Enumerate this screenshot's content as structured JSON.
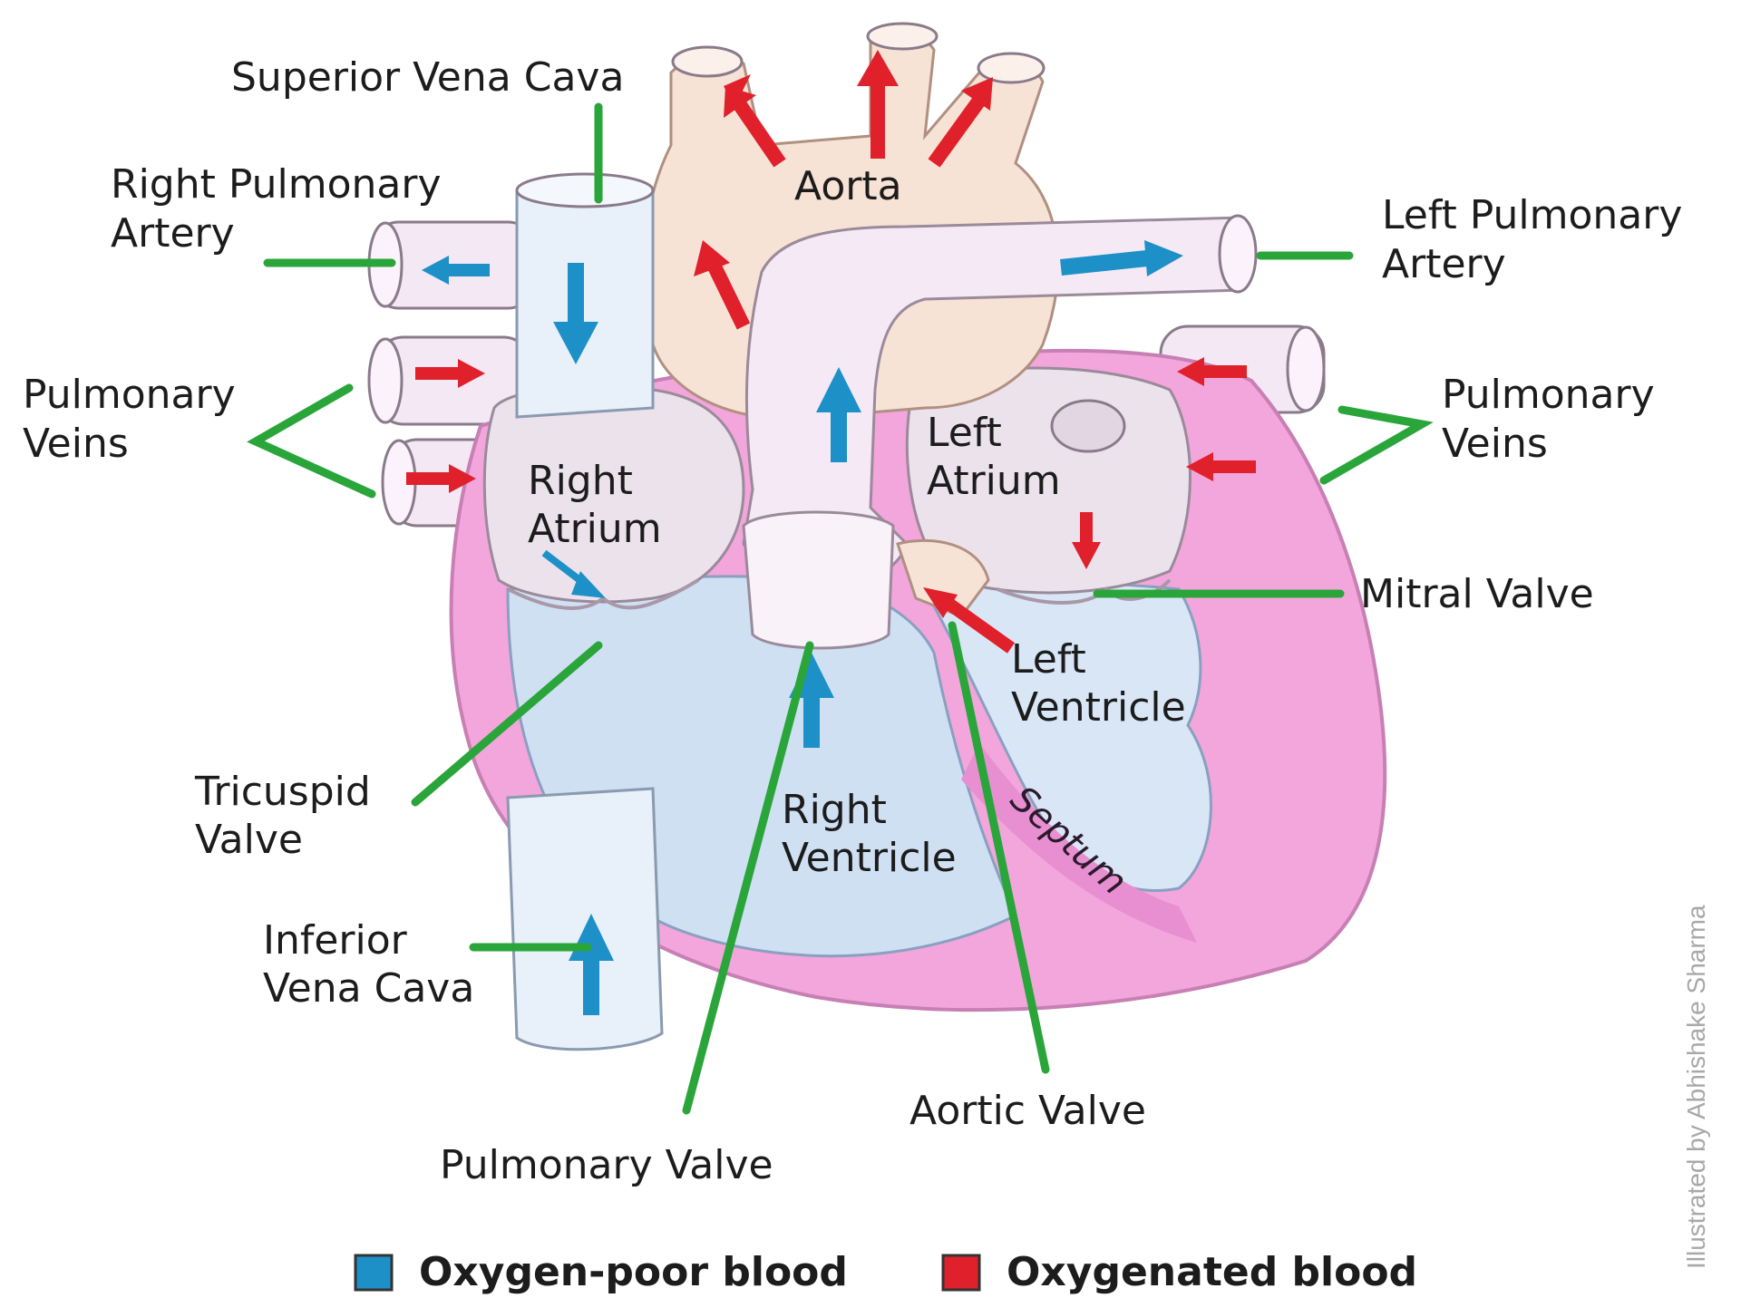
{
  "labels": {
    "superior_vena_cava": "Superior Vena Cava",
    "aorta": "Aorta",
    "right_pulmonary_artery": [
      "Right Pulmonary",
      "Artery"
    ],
    "left_pulmonary_artery": [
      "Left Pulmonary",
      "Artery"
    ],
    "pulmonary_veins_left": [
      "Pulmonary",
      "Veins"
    ],
    "pulmonary_veins_right": [
      "Pulmonary",
      "Veins"
    ],
    "right_atrium": [
      "Right",
      "Atrium"
    ],
    "left_atrium": [
      "Left",
      "Atrium"
    ],
    "mitral_valve": "Mitral Valve",
    "left_ventricle": [
      "Left",
      "Ventricle"
    ],
    "tricuspid_valve": [
      "Tricuspid",
      "Valve"
    ],
    "right_ventricle": [
      "Right",
      "Ventricle"
    ],
    "septum": "Septum",
    "inferior_vena_cava": [
      "Inferior",
      "Vena Cava"
    ],
    "aortic_valve": "Aortic Valve",
    "pulmonary_valve": "Pulmonary Valve"
  },
  "legend": [
    {
      "label": "Oxygen-poor blood",
      "color": "#1e90c8"
    },
    {
      "label": "Oxygenated blood",
      "color": "#e0202a"
    }
  ],
  "credit": "Illustrated by Abhishake Sharma",
  "colors": {
    "leader_line": "#2aa53a",
    "oxygen_poor_arrow": "#1e90c8",
    "oxygenated_arrow": "#e0202a",
    "heart_wall": "#f2a6dc",
    "chamber_blue": "#cfe0f3",
    "vessel_pink": "#f4e6f3",
    "aorta_peach": "#f7e2d6"
  }
}
